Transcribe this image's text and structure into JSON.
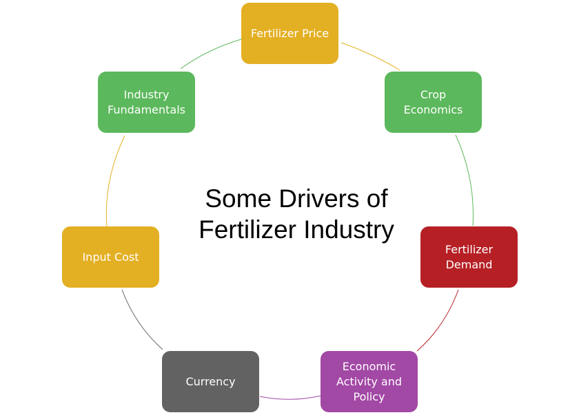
{
  "title": "Some Drivers of\nFertilizer Industry",
  "nodes": [
    {
      "id": "fertilizer-price",
      "label": "Fertilizer Price",
      "color": "#E3AF23"
    },
    {
      "id": "crop-economics",
      "label": "Crop\nEconomics",
      "color": "#5CB85C"
    },
    {
      "id": "fertilizer-demand",
      "label": "Fertilizer\nDemand",
      "color": "#B62025"
    },
    {
      "id": "economic-activity",
      "label": "Economic\nActivity and\nPolicy",
      "color": "#A248A5"
    },
    {
      "id": "currency",
      "label": "Currency",
      "color": "#626262"
    },
    {
      "id": "input-cost",
      "label": "Input Cost",
      "color": "#E3AF23"
    },
    {
      "id": "industry-fundamentals",
      "label": "Industry\nFundamentals",
      "color": "#5CB85C"
    }
  ]
}
